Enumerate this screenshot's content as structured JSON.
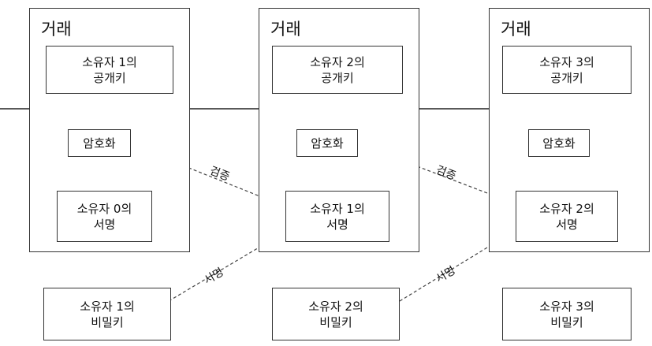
{
  "transactions": [
    {
      "title": "거래",
      "pubkey": [
        "소유자 1의",
        "공개키"
      ],
      "hash": "암호화",
      "signature": [
        "소유자 0의",
        "서명"
      ]
    },
    {
      "title": "거래",
      "pubkey": [
        "소유자 2의",
        "공개키"
      ],
      "hash": "암호화",
      "signature": [
        "소유자 1의",
        "서명"
      ]
    },
    {
      "title": "거래",
      "pubkey": [
        "소유자 3의",
        "공개키"
      ],
      "hash": "암호화",
      "signature": [
        "소유자 2의",
        "서명"
      ]
    }
  ],
  "private_keys": [
    [
      "소유자 1의",
      "비밀키"
    ],
    [
      "소유자 2의",
      "비밀키"
    ],
    [
      "소유자 3의",
      "비밀키"
    ]
  ],
  "edge_labels": {
    "verify": "검증",
    "sign": "서명"
  },
  "colors": {
    "line": "#333333",
    "background": "#ffffff"
  }
}
